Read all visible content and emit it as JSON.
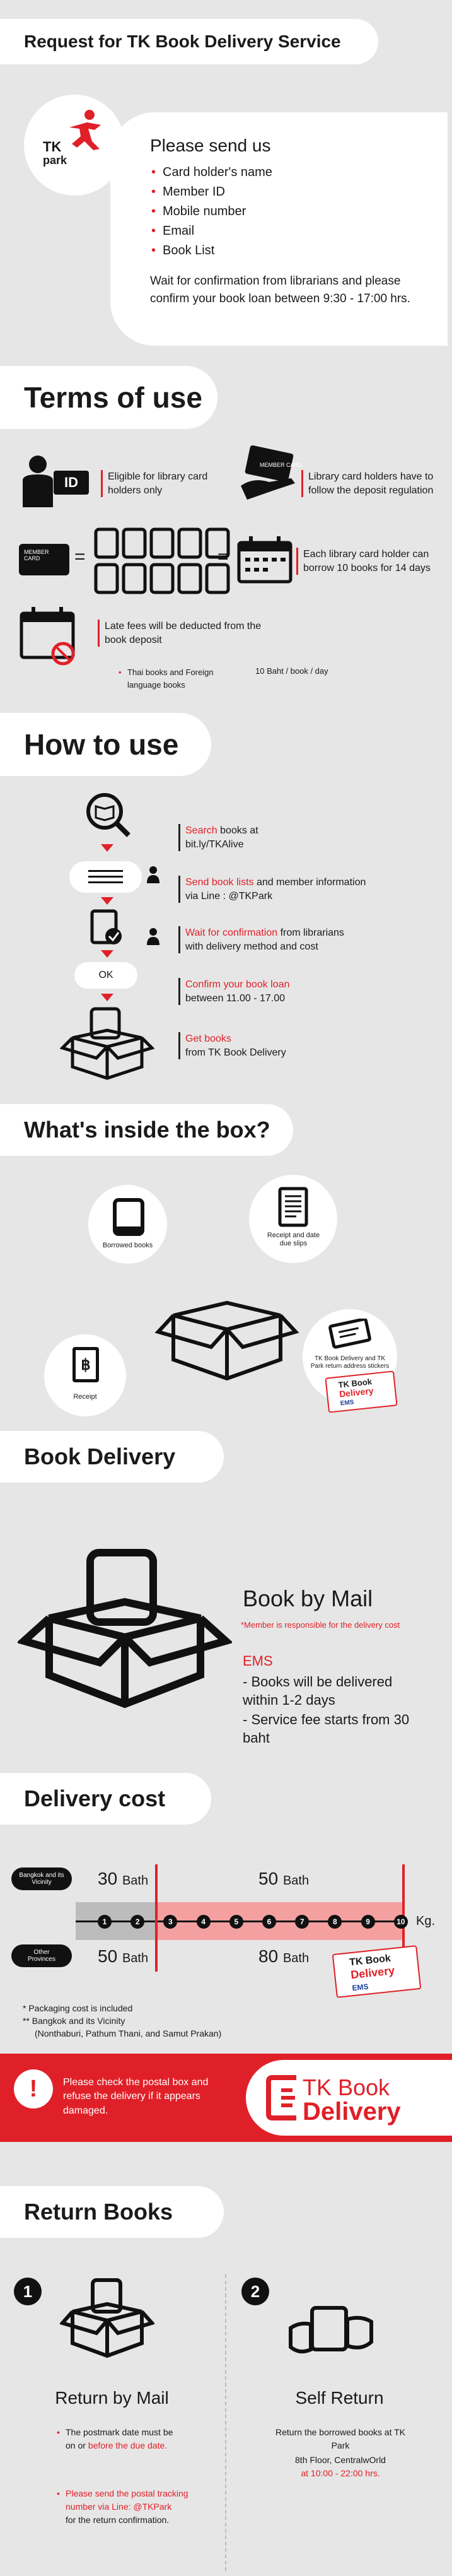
{
  "header": {
    "title": "Request for TK Book Delivery Service",
    "logo_top": "TK",
    "logo_bottom": "park"
  },
  "request": {
    "heading": "Please send us",
    "items": [
      "Card holder's name",
      "Member ID",
      "Mobile number",
      "Email",
      "Book List"
    ],
    "note": "Wait for confirmation from librarians and please confirm your book loan between 9:30 - 17:00 hrs."
  },
  "terms": {
    "title": "Terms of use",
    "id_label": "ID",
    "card_label": "MEMBER CARD",
    "eligible": "Eligible for library card holders only",
    "deposit": "Library card holders have to follow the deposit regulation",
    "borrow": "Each library card holder can borrow 10 books for 14 days",
    "late_fee": "Late fees will be deducted from the book deposit",
    "fee_item": "Thai books and Foreign language books",
    "fee_rate": "10 Baht / book / day"
  },
  "howto": {
    "title": "How to use",
    "ok_label": "OK",
    "steps": [
      {
        "hl": "Search",
        "rest": " books at",
        "line2": "bit.ly/TKAlive"
      },
      {
        "hl": "Send book lists",
        "rest": " and member information",
        "line2": "via Line : @TKPark"
      },
      {
        "hl": "Wait for confirmation",
        "rest": " from librarians",
        "line2": "with delivery method and cost"
      },
      {
        "hl": "Confirm your book loan",
        "rest": "",
        "line2": "between 11.00 - 17.00"
      },
      {
        "hl": "Get books",
        "rest": "",
        "line2": "from TK Book Delivery"
      }
    ]
  },
  "box": {
    "title": "What's inside the box?",
    "borrowed": "Borrowed books",
    "slips": "Receipt and date due slips",
    "receipt": "Receipt",
    "receipt_symbol": "฿",
    "stickers": "TK Book Delivery and TK Park return address stickers",
    "mini_logo_top": "TK Book",
    "mini_logo_bottom": "Delivery",
    "mini_logo_ems": "EMS"
  },
  "delivery": {
    "title": "Book Delivery",
    "heading": "Book by Mail",
    "note": "*Member is responsible for the delivery cost",
    "ems": "EMS",
    "points": [
      "- Books will be delivered within 1-2 days",
      "- Service fee starts from 30 baht"
    ]
  },
  "cost": {
    "title": "Delivery cost",
    "bangkok_label": "Bangkok and its Vicinity",
    "other_label": "Other Provinces",
    "bkk_low": "30",
    "bkk_high": "50",
    "other_low": "50",
    "other_high": "80",
    "unit": "Bath",
    "kg": "Kg.",
    "ticks": [
      "1",
      "2",
      "3",
      "4",
      "5",
      "6",
      "7",
      "8",
      "9",
      "10"
    ],
    "footnote1": "* Packaging cost is included",
    "footnote2": "** Bangkok and its Vicinity",
    "footnote3": "(Nonthaburi, Pathum Thani, and Samut Prakan)",
    "logo_top": "TK Book",
    "logo_bottom": "Delivery",
    "logo_ems": "EMS"
  },
  "warning": {
    "mark": "!",
    "text": "Please check the postal box and refuse the delivery if it appears damaged.",
    "logo_top": "TK Book",
    "logo_bottom": "Delivery"
  },
  "returns": {
    "title": "Return Books",
    "num1": "1",
    "num2": "2",
    "mail_title": "Return by Mail",
    "mail_p1a": "The postmark date must be on or ",
    "mail_p1b": "before the due date.",
    "mail_p2a": "Please send the postal tracking number via Line: @TKPark",
    "mail_p2b": "for the return confirmation.",
    "self_title": "Self Return",
    "self_l1": "Return the borrowed books at TK Park",
    "self_l2": "8th Floor, CentralwOrld",
    "self_l3": "at 10:00 - 22:00 hrs."
  },
  "colors": {
    "accent": "#e02028",
    "background": "#e6e6e6",
    "dark": "#1a1a1a"
  }
}
